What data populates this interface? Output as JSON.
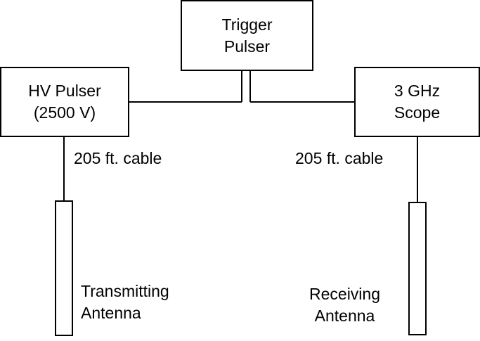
{
  "nodes": {
    "trigger": {
      "line1": "Trigger",
      "line2": "Pulser"
    },
    "hv": {
      "line1": "HV Pulser",
      "line2": "(2500 V)"
    },
    "scope": {
      "line1": "3 GHz",
      "line2": "Scope"
    }
  },
  "cables": {
    "left": "205 ft. cable",
    "right": "205 ft. cable"
  },
  "antennas": {
    "transmit": {
      "line1": "Transmitting",
      "line2": "Antenna"
    },
    "receive": {
      "line1": "Receiving",
      "line2": "Antenna"
    }
  },
  "colors": {
    "line": "#000000",
    "background": "#ffffff"
  }
}
